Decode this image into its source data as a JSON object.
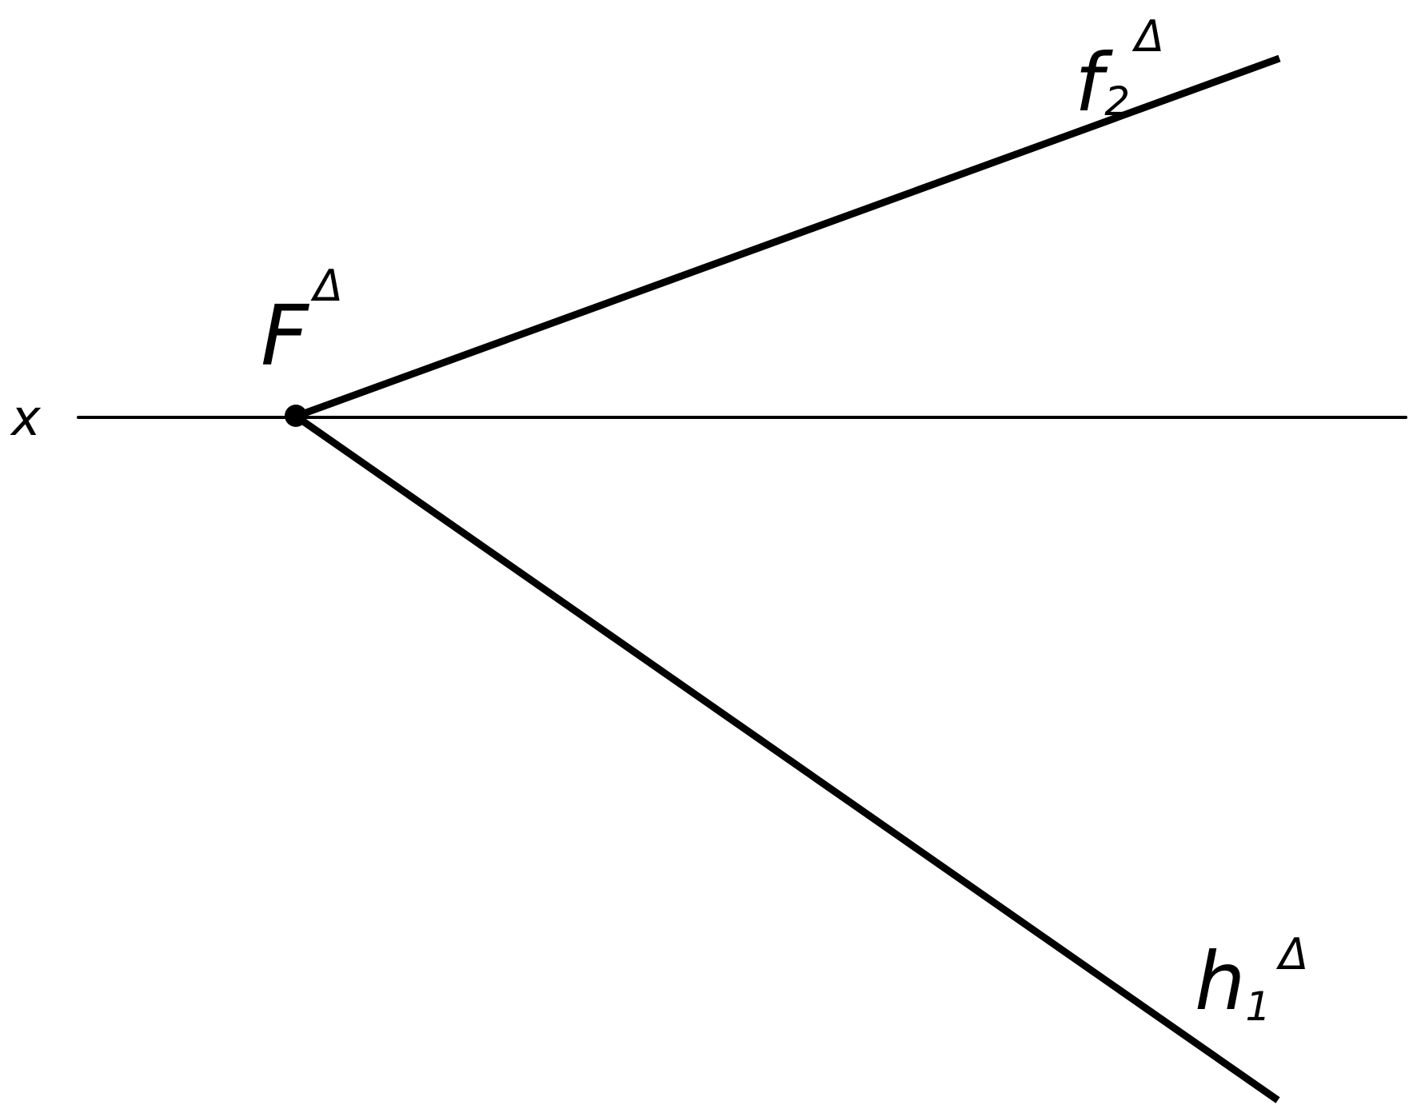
{
  "diagram": {
    "axis_label": "x",
    "point_label": "F",
    "front_trace": {
      "base": "f",
      "subscript": "2",
      "superscript": "Δ"
    },
    "horizontal_trace": {
      "base": "h",
      "subscript": "1",
      "superscript": "Δ"
    },
    "colors": {
      "ink": "#000000",
      "background": "#ffffff"
    }
  }
}
